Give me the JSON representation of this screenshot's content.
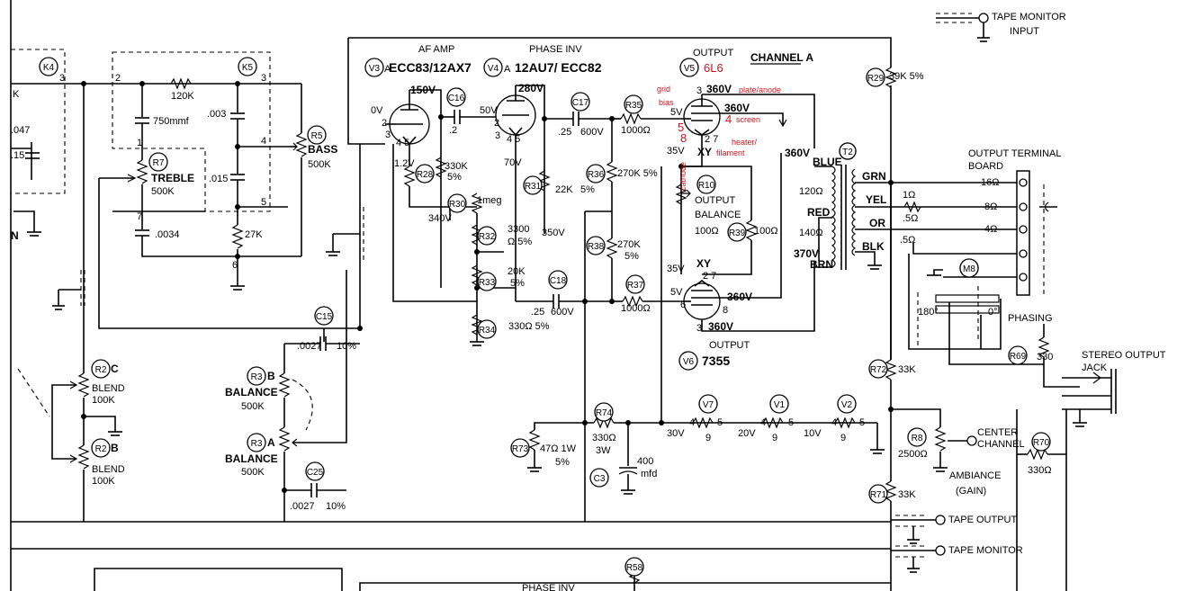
{
  "refs": {
    "K4": "K4",
    "K5": "K5",
    "R5": "R5",
    "R7": "R7",
    "R2C": "R2",
    "R2B": "R2",
    "R3B": "R3",
    "R3A": "R3",
    "C15": "C15",
    "C25": "C25",
    "V3": "V3",
    "V4": "V4",
    "V5": "V5",
    "V6": "V6",
    "C16": "C16",
    "C17": "C17",
    "C18": "C18",
    "R28": "R28",
    "R30": "R30",
    "R31": "R31",
    "R32": "R32",
    "R33": "R33",
    "R34": "R34",
    "R35": "R35",
    "R36": "R36",
    "R37": "R37",
    "R38": "R38",
    "R10": "R10",
    "R39": "R39",
    "R29": "R29",
    "T2": "T2",
    "M8": "M8",
    "R69": "R69",
    "R72": "R72",
    "R71": "R71",
    "R8": "R8",
    "R70": "R70",
    "R73": "R73",
    "R74": "R74",
    "C3": "C3",
    "V7": "V7",
    "V1": "V1",
    "V2": "V2",
    "R58": "R58"
  },
  "labels": {
    "k_left": "K",
    "c047": ".047",
    "c15": ".15",
    "n_left": "N",
    "r120k": "120K",
    "c750": "750mmf",
    "c003": ".003",
    "c015": ".015",
    "c0034": ".0034",
    "r27k": "27K",
    "treble": "TREBLE",
    "treble_val": "500K",
    "bass": "BASS",
    "bass_val": "500K",
    "blend_c": "C",
    "blend": "BLEND",
    "blend_val": "100K",
    "blend_b": "B",
    "blend2": "BLEND",
    "blend2_val": "100K",
    "bal_b": "B",
    "balance": "BALANCE",
    "balance_val": "500K",
    "bal_a": "A",
    "balance2": "BALANCE",
    "balance2_val": "500K",
    "c0027a": ".0027",
    "pct10a": "10%",
    "c0027b": ".0027",
    "pct10b": "10%",
    "af_amp": "AF AMP",
    "v3_type": "ECC83/12AX7",
    "v3_a": "A",
    "phase_inv": "PHASE INV",
    "v4_type": "12AU7/ ECC82",
    "v4_a": "A",
    "output_top": "OUTPUT",
    "v5_type": "6L6",
    "channel_a": "CHANNEL A",
    "v_150": "150V",
    "v_0": "0V",
    "v_12": "1.2V",
    "v_280": "280V",
    "v_50": "50V",
    "v_70": "70V",
    "c_2": ".2",
    "c_25a": ".25",
    "v_600a": "600V",
    "r_1000a": "1000Ω",
    "r330k": "330K",
    "pct5": "5%",
    "v340": "340V",
    "r1meg": "1meg",
    "r22k": "22K",
    "pct5b": "5%",
    "v350": "350V",
    "r3300": "3300",
    "r3300b": "Ω 5%",
    "r20k": "20K",
    "pct5c": "5%",
    "r330": "330Ω 5%",
    "r270k": "270K 5%",
    "r270k2": "270K",
    "pct5d": "5%",
    "c_25b": ".25",
    "v_600b": "600V",
    "r_1000b": "1000Ω",
    "grid": "grid",
    "bias": "bias",
    "v_5a": "5V",
    "pin5": "5",
    "pin8": "8",
    "v_35a": "35V",
    "cathode": "cathode",
    "v_360a": "360V",
    "plate": "plate/anode",
    "v_360b": "360V",
    "pin4": "4",
    "screen": "screen",
    "heater": "heater/",
    "filament": "filament",
    "xy": "XY",
    "pins27": "2 7",
    "pin3": "3",
    "v_360c": "360V",
    "output_bal": "OUTPUT",
    "output_bal2": "BALANCE",
    "r100a": "100Ω",
    "r100b": "100Ω",
    "v_35b": "35V",
    "xy2": "XY",
    "pins27b": "2 7",
    "v_5b": "5V",
    "pin6": "6",
    "v_360d": "360V",
    "v_360e": "360V",
    "output_bot": "OUTPUT",
    "v6_type": "7355",
    "r39k": "39K 5%",
    "blue": "BLUE",
    "red": "RED",
    "brn": "BRN",
    "grn": "GRN",
    "yel": "YEL",
    "or": "OR",
    "blk": "BLK",
    "r120": "120Ω",
    "r140": "140Ω",
    "v370": "370V",
    "r1ohm": "1Ω",
    "r5a": ".5Ω",
    "r5b": ".5Ω",
    "out_term": "OUTPUT TERMINAL",
    "board": "BOARD",
    "o16": "16Ω",
    "o8": "8Ω",
    "o4": "4Ω",
    "deg180": "180°",
    "deg0": "0°",
    "phasing": "PHASING",
    "r330c": "330",
    "stereo_out": "STEREO OUTPUT",
    "jack": "JACK",
    "r33k": "33K",
    "r33k2": "33K",
    "r2500": "2500Ω",
    "center": "CENTER",
    "channel": "CHANNEL",
    "ambiance": "AMBIANCE",
    "gain": "(GAIN)",
    "r330d": "330Ω",
    "r47": "47Ω 1W",
    "pct5e": "5%",
    "r330e": "330Ω",
    "w3": "3W",
    "c400": "400",
    "mfd": "mfd",
    "v_30": "30V",
    "v_20": "20V",
    "v_10": "10V",
    "h9a": "9",
    "h9b": "9",
    "h9c": "9",
    "tape_mon_in": "TAPE MONITOR",
    "input": "INPUT",
    "tape_out": "TAPE OUTPUT",
    "tape_mon": "TAPE MONITOR",
    "phase_inv_bot": "PHASE INV"
  }
}
